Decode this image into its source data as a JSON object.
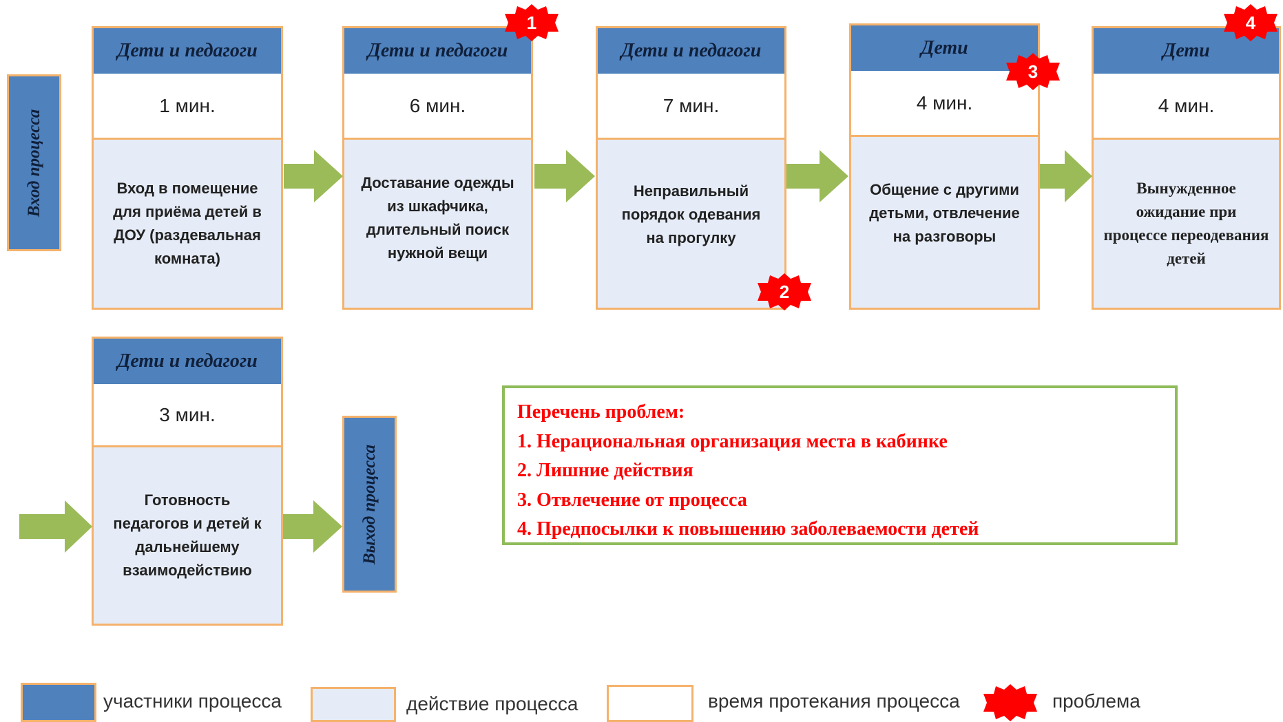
{
  "process_input": "Вход процесса",
  "process_output": "Выход процесса",
  "steps": [
    {
      "participants": "Дети и педагоги",
      "time": "1 мин.",
      "action": "Вход в помещение для приёма детей в ДОУ (раздевальная комната)"
    },
    {
      "participants": "Дети и педагоги",
      "time": "6 мин.",
      "action": "Доставание одежды из шкафчика, длительный поиск нужной вещи"
    },
    {
      "participants": "Дети и педагоги",
      "time": "7 мин.",
      "action": "Неправильный порядок одевания на прогулку"
    },
    {
      "participants": "Дети",
      "time": "4 мин.",
      "action": "Общение с другими детьми, отвлечение на разговоры"
    },
    {
      "participants": "Дети",
      "time": "4 мин.",
      "action": "Вынужденное ожидание при процессе переодевания детей"
    },
    {
      "participants": "Дети и педагоги",
      "time": "3 мин.",
      "action": "Готовность педагогов и детей к дальнейшему взаимодействию"
    }
  ],
  "badges": [
    "1",
    "2",
    "3",
    "4"
  ],
  "problems": {
    "title": "Перечень проблем:",
    "items": [
      "1. Нерациональная организация места в кабинке",
      "2. Лишние действия",
      "3. Отвлечение от процесса",
      "4. Предпосылки к повышению заболеваемости детей"
    ]
  },
  "legend": {
    "participants": "участники процесса",
    "action": "действие процесса",
    "time": "время протекания процесса",
    "problem": "проблема"
  },
  "colors": {
    "participant_fill": "#4f81bd",
    "action_fill": "#e6ecf7",
    "border": "#f5b26b",
    "arrow": "#9bbb59",
    "problem": "#ff0000",
    "problems_border": "#8fbc5a"
  }
}
